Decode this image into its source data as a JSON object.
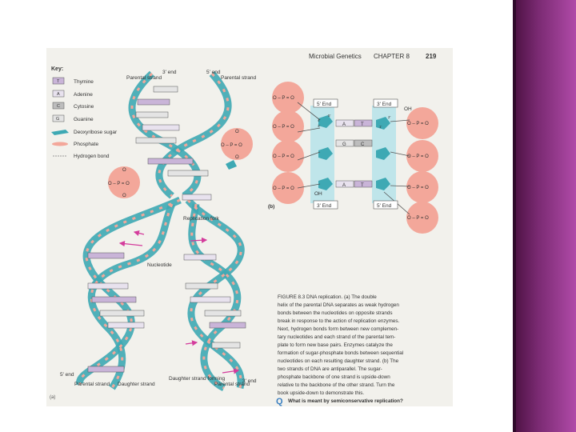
{
  "header": {
    "running_title": "Microbial Genetics",
    "chapter": "CHAPTER 8",
    "page_number": "219"
  },
  "key": {
    "title": "Key:",
    "items": [
      {
        "letter": "T",
        "label": "Thymine",
        "color": "#c9b4d8"
      },
      {
        "letter": "A",
        "label": "Adenine",
        "color": "#e8e2ee"
      },
      {
        "letter": "C",
        "label": "Cytosine",
        "color": "#bdbdbd"
      },
      {
        "letter": "G",
        "label": "Guanine",
        "color": "#e4e4e4"
      },
      {
        "letter": "",
        "label": "Deoxyribose sugar",
        "color": "#3ea9b4"
      },
      {
        "letter": "",
        "label": "Phosphate",
        "color": "#f3a79a"
      },
      {
        "letter": "",
        "label": "Hydrogen bond",
        "color": "#999999"
      }
    ]
  },
  "panel_a": {
    "labels": {
      "end3_top": "3' end",
      "end5_top": "5' end",
      "parental_strand_left": "Parental strand",
      "parental_strand_right": "Parental strand",
      "replication_fork": "Replication fork",
      "nucleotide": "Nucleotide",
      "end5_bottom": "5' end",
      "end3_bottom": "3' end",
      "parental_bottom_left": "Parental strand",
      "daughter_strand": "Daughter strand",
      "daughter_strand_forming": "Daughter strand forming",
      "parental_bottom_right": "Parental strand",
      "panel_letter": "(a)"
    },
    "phosphate_text": [
      "O",
      "O",
      "P",
      "O",
      "O"
    ]
  },
  "panel_b": {
    "labels": {
      "end5_tl": "5' End",
      "end3_tr": "3' End",
      "end3_bl": "3' End",
      "end5_br": "5' End",
      "oh_top": "OH",
      "oh_bottom": "OH",
      "panel_letter": "(b)",
      "p4": "4'",
      "p5": "5'",
      "p3": "3'",
      "p2": "2'",
      "p1": "1'"
    },
    "pairs": [
      {
        "left": "A",
        "right": "T"
      },
      {
        "left": "G",
        "right": "C"
      },
      {
        "left": "A",
        "right": "T"
      }
    ]
  },
  "caption": {
    "figure_label": "FIGURE 8.3",
    "title": "DNA replication.",
    "lines": [
      "FIGURE 8.3 DNA replication. (a) The double",
      "helix of the parental DNA separates as weak hydrogen",
      "bonds between the nucleotides on opposite strands",
      "break in response to the action of replication enzymes.",
      "Next, hydrogen bonds form between new complemen-",
      "tary nucleotides and each strand of the parental tem-",
      "plate to form new base pairs. Enzymes catalyze the",
      "formation of sugar-phosphate bonds between sequential",
      "nucleotides on each resulting daughter strand. (b) The",
      "two strands of DNA are antiparallel. The sugar-",
      "phosphate backbone of one strand is upside-down",
      "relative to the backbone of the other strand. Turn the",
      "book upside-down to demonstrate this."
    ],
    "question_mark": "Q",
    "question": "What is meant by semiconservative replication?"
  },
  "footer_mark": "(a)",
  "colors": {
    "sugar": "#3ea9b4",
    "phosphate": "#f3a79a",
    "arrow": "#d43c9c",
    "sidebar": "#8b3483"
  }
}
